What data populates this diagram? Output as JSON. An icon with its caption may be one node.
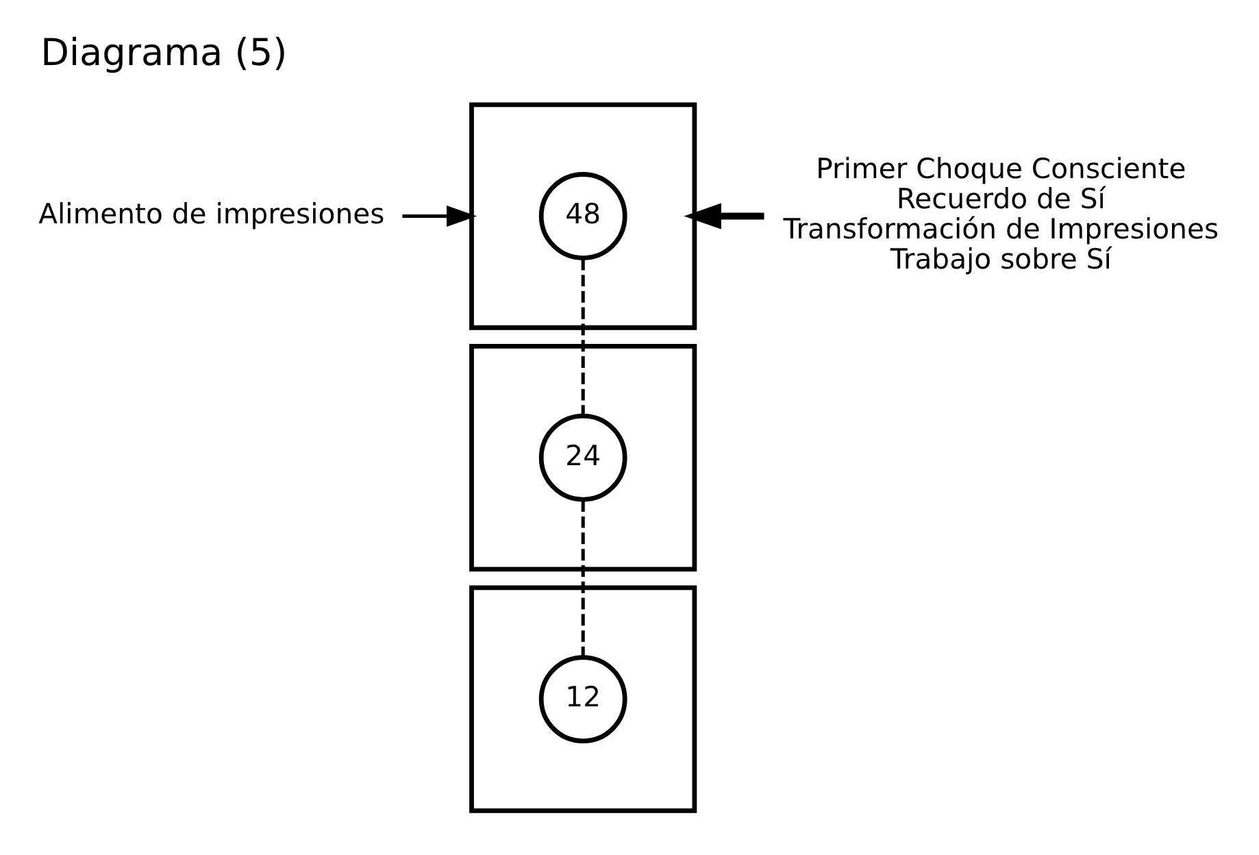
{
  "diagram": {
    "title": "Diagrama (5)",
    "nodes": [
      {
        "text": [],
        "shape": "box"
      },
      {
        "text": [],
        "shape": "box"
      },
      {
        "text": [],
        "shape": "box"
      },
      {
        "text": [
          "48"
        ],
        "in": 0
      },
      {
        "text": [
          "24"
        ],
        "in": 1
      },
      {
        "text": [
          "12"
        ],
        "in": 2
      },
      {
        "text": [
          "Primer Choque Consciente",
          "Recuerdo de Sí",
          "Transformación de Impresiones",
          "Trabajo sobre Sí"
        ]
      },
      {
        "text": [
          "Alimento de impresiones"
        ]
      }
    ],
    "edges": [
      {
        "from": 6,
        "to": 0,
        "arrow": "to",
        "style": "thick"
      },
      {
        "from": 7,
        "to": 0,
        "arrow": "to"
      },
      {
        "from": 3,
        "to": 4,
        "arrow": "none",
        "style": "dashed"
      },
      {
        "from": 4,
        "to": 5,
        "arrow": "none",
        "style": "dashed"
      }
    ]
  }
}
